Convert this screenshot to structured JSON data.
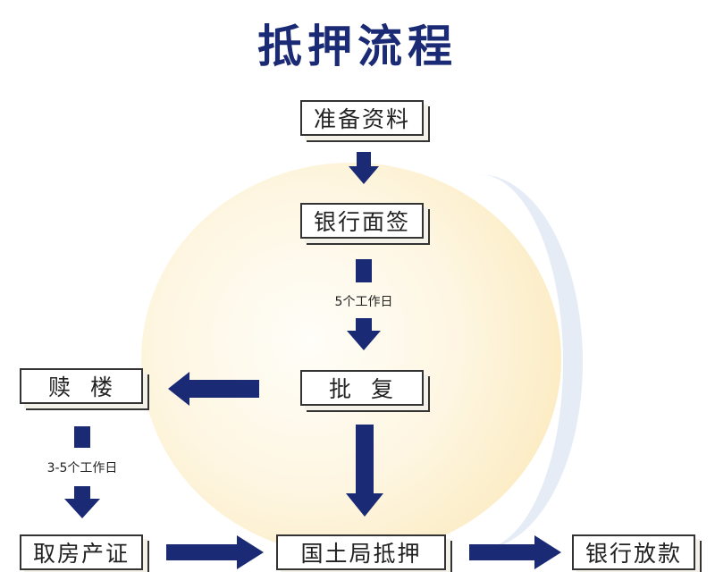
{
  "title": "抵押流程",
  "nodes": {
    "prepare": "准备资料",
    "interview": "银行面签",
    "approve": "批  复",
    "redeem": "赎  楼",
    "get_certificate": "取房产证",
    "land_bureau": "国土局抵押",
    "loan": "银行放款"
  },
  "edge_labels": {
    "interview_to_approve": "5个工作日",
    "redeem_to_certificate": "3-5个工作日"
  },
  "colors": {
    "title": "#1b2a74",
    "arrow": "#1b2a74",
    "box_border": "#333333"
  }
}
